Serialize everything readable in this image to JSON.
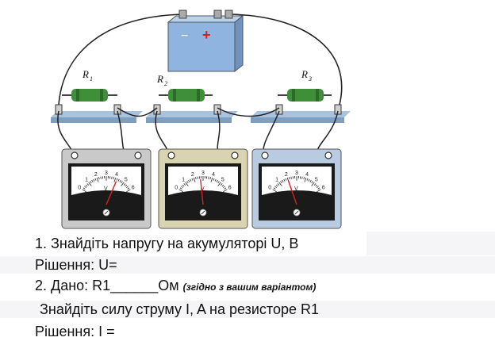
{
  "figure": {
    "battery": {
      "minus": "−",
      "plus": "+"
    },
    "resistors": [
      {
        "label": "R",
        "sub": "1"
      },
      {
        "label": "R",
        "sub": "2"
      },
      {
        "label": "R",
        "sub": "3"
      }
    ],
    "meter": {
      "scale": [
        "0",
        "1",
        "2",
        "3",
        "4",
        "5",
        "6"
      ],
      "unit": "V",
      "values": [
        4.2,
        2.7,
        2.0
      ]
    },
    "colors": {
      "battery": "#8fb4e0",
      "resistor": "#3f8f3a",
      "board": "#7f9fc0",
      "meter1": "#c9c9c9",
      "meter2": "#d8d3b0",
      "meter3": "#b9cbe0",
      "needle": "#d42020"
    }
  },
  "task": {
    "q1": "1. Знайдіть напругу на акумуляторі U, В",
    "s1": "Рішення: U=",
    "q2_start": "2. Дано: R1______Ом",
    "q2_note": "(згідно з вашим варіантом)",
    "q3": "Знайдіть силу струму I, A  на резисторе R1",
    "s2": "Рішення: I ="
  }
}
